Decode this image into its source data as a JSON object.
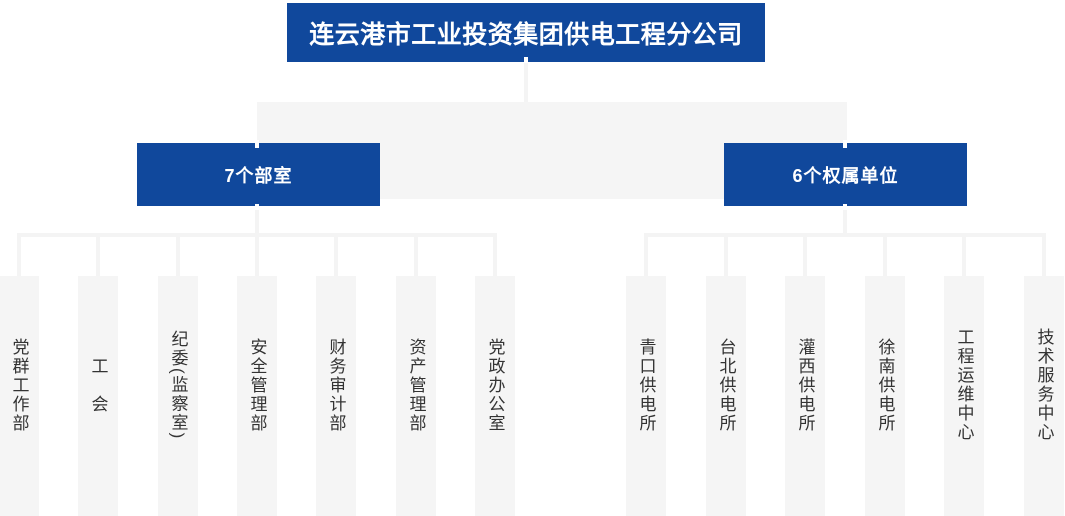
{
  "page": {
    "background": "#ffffff"
  },
  "colors": {
    "node_blue": "#10489c",
    "node_text_white": "#ffffff",
    "connector_band_gray": "#f5f5f5",
    "connector_line_gray": "#f4f4f4",
    "column_fill_gray": "#f5f5f5",
    "column_text_dark": "#333333"
  },
  "org": {
    "root": "连云港市工业投资集团供电工程分公司",
    "groups": [
      {
        "label": "7个部室",
        "children": [
          "党群工作部",
          "工　会",
          "纪委(监察室)",
          "安全管理部",
          "财务审计部",
          "资产管理部",
          "党政办公室"
        ]
      },
      {
        "label": "6个权属单位",
        "children": [
          "青口供电所",
          "台北供电所",
          "灌西供电所",
          "徐南供电所",
          "工程运维中心",
          "技术服务中心"
        ]
      }
    ]
  }
}
